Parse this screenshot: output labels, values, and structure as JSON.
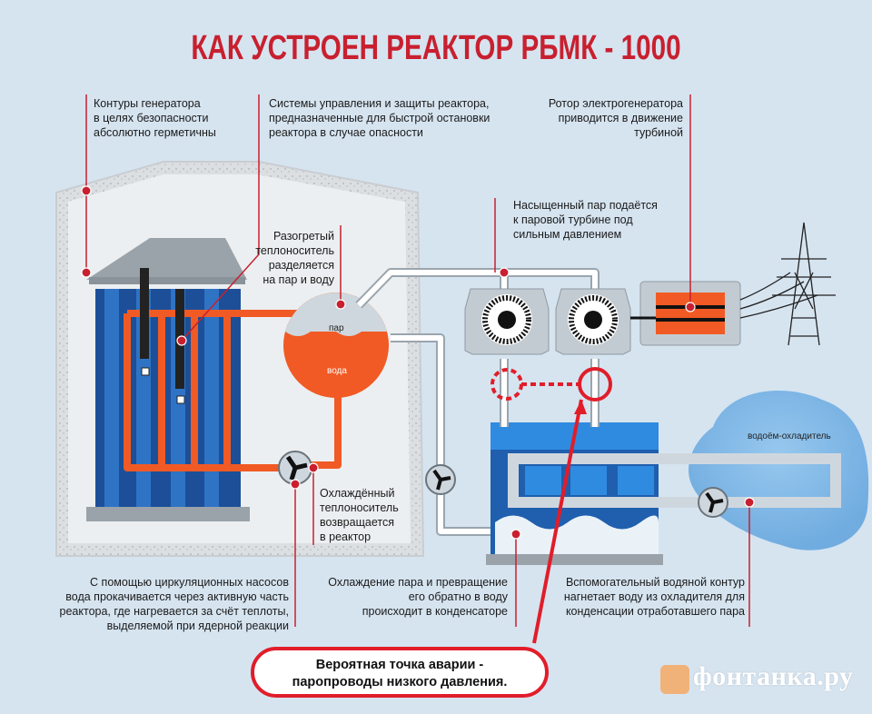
{
  "title": "КАК УСТРОЕН РЕАКТОР РБМК - 1000",
  "colors": {
    "background": "#d6e4f0",
    "accent_red": "#c8202f",
    "hot_pipe": "#f15a24",
    "cold_pipe": "#c5ced6",
    "reactor_blue": "#1f5fae",
    "building": "#e9ecee",
    "lake": "#5ea2dd",
    "highlight": "#e11d2a"
  },
  "notes": {
    "generator_contours": "Контуры генератора\nв целях безопасности\nабсолютно герметичны",
    "control_systems": "Системы управления и защиты реактора,\nпредназначенные для быстрой остановки\nреактора в случае опасности",
    "rotor": "Ротор электрогенератора\nприводится в движение\nтурбиной",
    "heated_coolant": "Разогретый\nтеплоноситель\nразделяется\nна пар и воду",
    "saturated_steam": "Насыщенный пар подаётся\nк паровой турбине под\nсильным давлением",
    "cooled_coolant": "Охлаждённый\nтеплоноситель\nвозвращается\nв реактор",
    "pumps": "С помощью циркуляционных насосов\nвода прокачивается через активную часть\nреактора, где нагревается за счёт теплоты,\nвыделяемой при ядерной реакции",
    "condensation": "Охлаждение пара и превращение\nего обратно в воду\nпроисходит в конденсаторе",
    "aux_circuit": "Вспомогательный водяной контур\nнагнетает воду из охладителя для\nконденсации отработавшего пара"
  },
  "labels": {
    "steam": "пар",
    "water": "вода",
    "cooling_pond": "водоём-охладитель"
  },
  "callout": {
    "line1": "Вероятная точка аварии -",
    "line2": "паропроводы низкого давления."
  },
  "brand": "фонтанка.ру"
}
